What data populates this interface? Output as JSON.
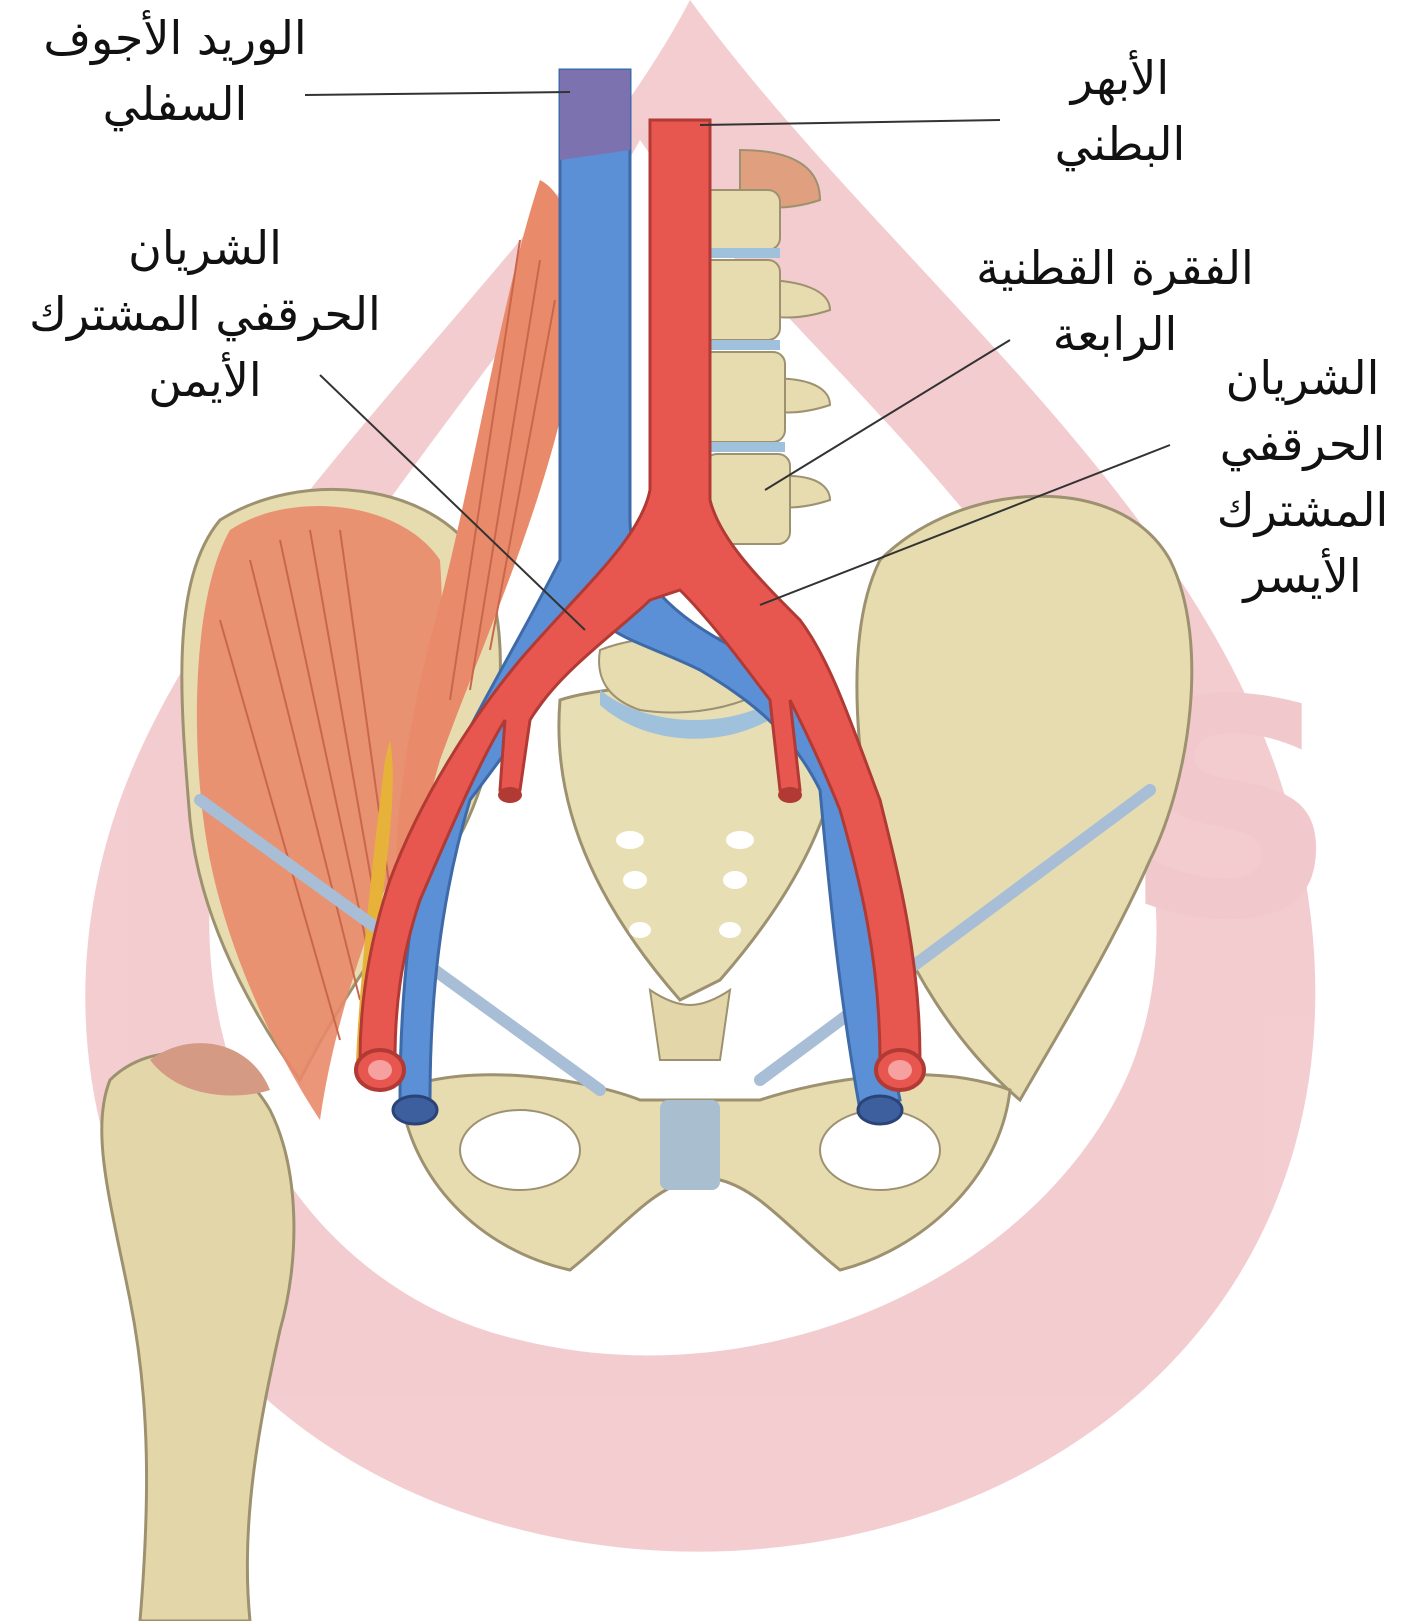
{
  "diagram": {
    "labels": {
      "ivc": {
        "line1": "الوريد الأجوف",
        "line2": "السفلي"
      },
      "aorta": {
        "line1": "الأبهر",
        "line2": "البطني"
      },
      "right_iliac": {
        "line1": "الشريان",
        "line2": "الحرقفي المشترك",
        "line3": "الأيمن"
      },
      "l4": {
        "line1": "الفقرة القطنية",
        "line2": "الرابعة"
      },
      "left_iliac": {
        "line1": "الشريان",
        "line2": "الحرقفي",
        "line3": "المشترك",
        "line4": "الأيسر"
      }
    },
    "watermark": {
      "letter": "S"
    },
    "colors": {
      "artery": "#e8574f",
      "vein": "#5b8fd6",
      "bone": "#e6dcb0",
      "muscle": "#e98a6a",
      "watermark": "#e9b3b8"
    }
  }
}
